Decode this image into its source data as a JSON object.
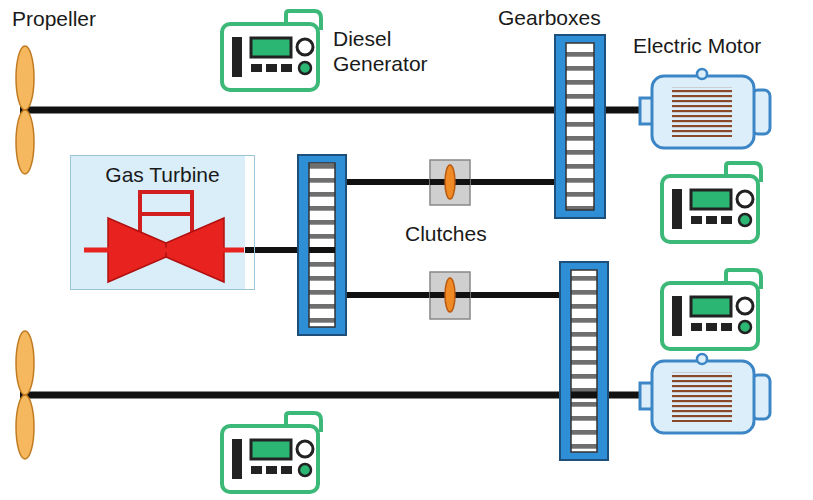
{
  "diagram": {
    "nodes": [
      {
        "text": [
          "Gas Turbine"
        ]
      }
    ],
    "labels": [
      "Propeller",
      "Diesel Generator",
      "Gearboxes",
      "Electric Motor",
      "Clutches"
    ]
  }
}
